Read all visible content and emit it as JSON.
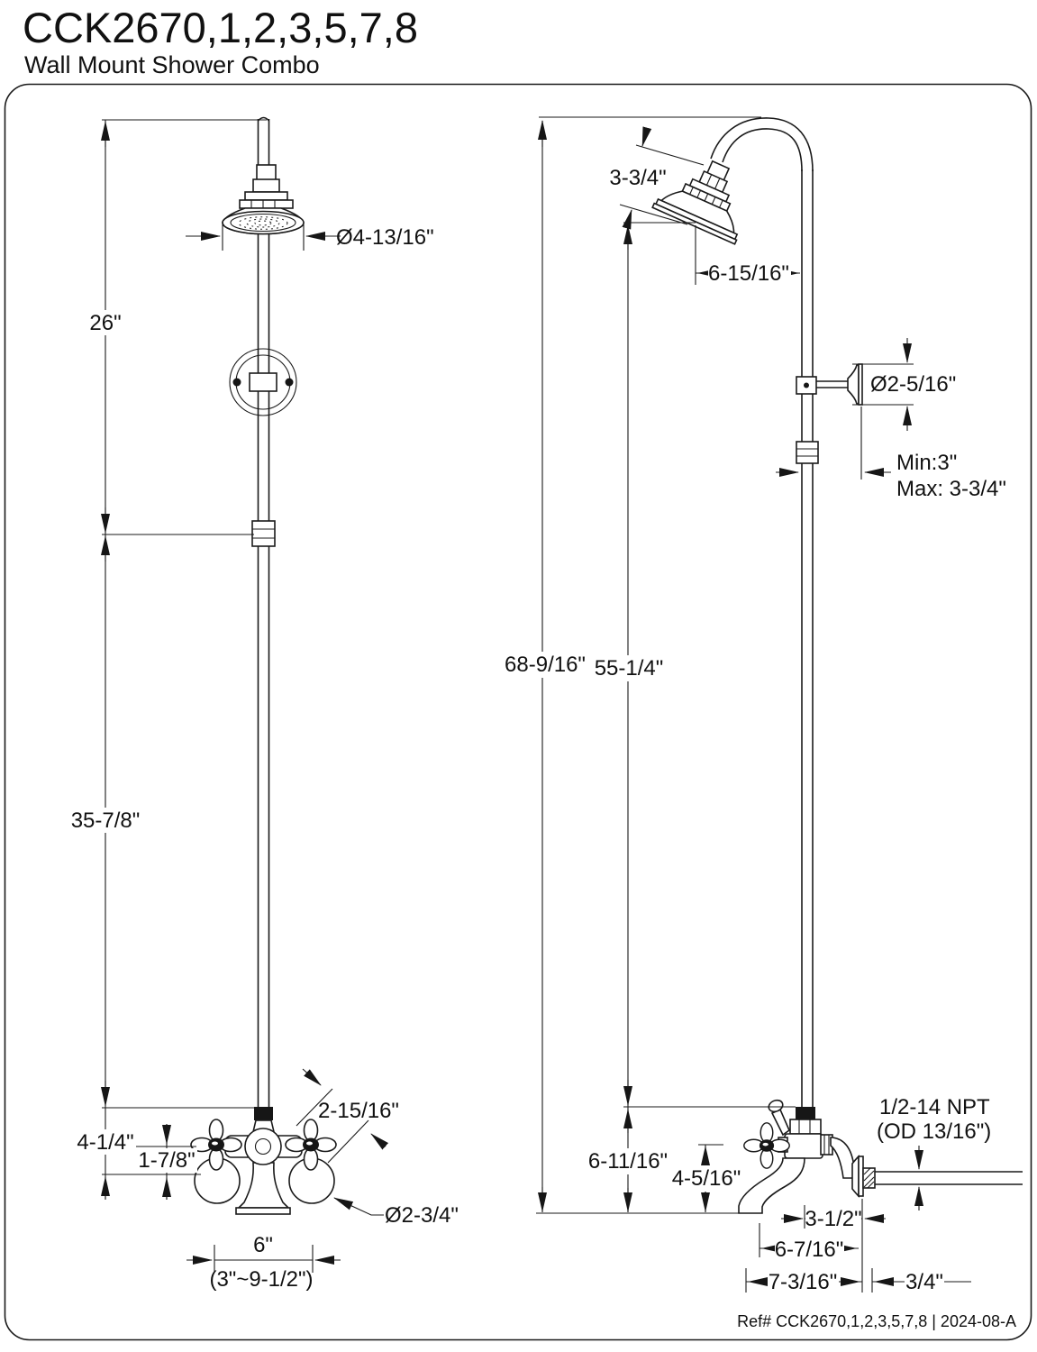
{
  "header": {
    "title": "CCK2670,1,2,3,5,7,8",
    "subtitle": "Wall Mount Shower Combo"
  },
  "footer": {
    "ref_text": "Ref# CCK2670,1,2,3,5,7,8 | 2024-08-A"
  },
  "front_view": {
    "upper_riser_height": "26\"",
    "showerhead_diameter": "Ø4-13/16\"",
    "lower_riser_height": "35-7/8\"",
    "riser_to_handle_drop": "4-1/4\"",
    "handle_to_escutcheon_drop": "1-7/8\"",
    "valve_body_offset": "2-15/16\"",
    "escutcheon_diameter": "Ø2-3/4\"",
    "faucet_centers": "6\"",
    "faucet_centers_range": "(3\"~9-1/2\")"
  },
  "side_view": {
    "overall_height": "68-9/16\"",
    "head_tilt_length": "3-3/4\"",
    "riser_height": "55-1/4\"",
    "head_reach": "6-15/16\"",
    "support_flange_diameter": "Ø2-5/16\"",
    "support_reach_min": "Min:3\"",
    "support_reach_max": "Max: 3-3/4\"",
    "valve_drop": "6-11/16\"",
    "spout_drop": "4-5/16\"",
    "valve_to_wall": "3-1/2\"",
    "spout_reach": "6-7/16\"",
    "spout_overall_reach": "7-3/16\"",
    "nipple_length": "3/4\"",
    "connection_type": "1/2-14 NPT",
    "connection_od": "(OD 13/16\")"
  }
}
